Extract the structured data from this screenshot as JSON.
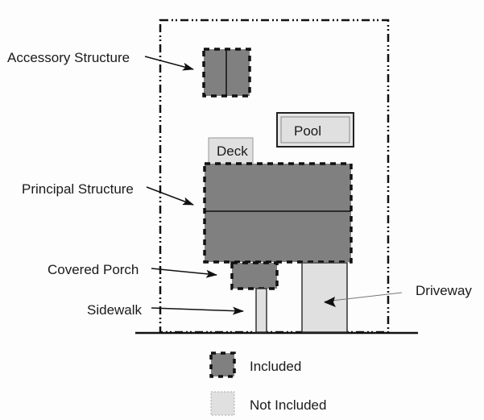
{
  "diagram": {
    "labels": {
      "accessory": "Accessory Structure",
      "principal": "Principal Structure",
      "porch": "Covered Porch",
      "sidewalk": "Sidewalk",
      "driveway": "Driveway",
      "deck": "Deck",
      "pool": "Pool"
    },
    "legend": {
      "included": "Included",
      "not_included": "Not Included"
    },
    "colors": {
      "included_fill": "#808080",
      "not_included_fill": "#e0e0e0",
      "outline": "#111111"
    }
  }
}
